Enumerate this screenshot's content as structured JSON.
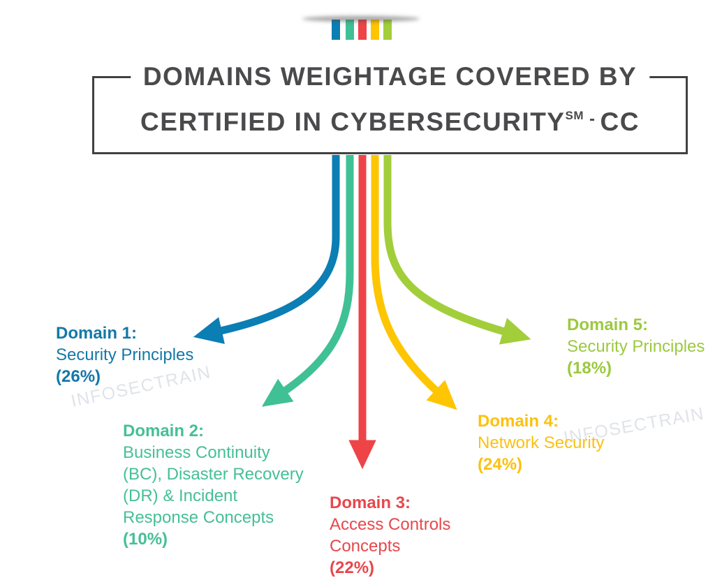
{
  "title": {
    "line1": "DOMAINS WEIGHTAGE COVERED BY",
    "line2": "CERTIFIED IN CYBERSECURITY",
    "line2_sup": "SM",
    "line2_dash": "-",
    "line2_suffix": "CC",
    "text_color": "#4a494b",
    "border_color": "#414042"
  },
  "watermarks": [
    {
      "text": "INFOSECTRAIN"
    },
    {
      "text": "INFOSECTRAIN"
    }
  ],
  "domains": [
    {
      "label": "Domain 1:",
      "name": "Security Principles",
      "weight": "(26%)",
      "text_color": "#1478a8",
      "arrow_color": "#0b7eb3"
    },
    {
      "label": "Domain 2:",
      "name": " Business Continuity\n(BC), Disaster Recovery\n(DR) & Incident\nResponse Concepts",
      "weight": "(10%)",
      "text_color": "#45c095",
      "arrow_color": "#3fc095"
    },
    {
      "label": "Domain 3:",
      "name": "Access Controls\nConcepts",
      "weight": "(22%)",
      "text_color": "#e8474c",
      "arrow_color": "#ee4448"
    },
    {
      "label": "Domain 4:",
      "name": " Network Security",
      "weight": "(24%)",
      "text_color": "#fcc110",
      "arrow_color": "#fec502"
    },
    {
      "label": "Domain 5:",
      "name": "Security Principles",
      "weight": "(18%)",
      "text_color": "#9cc93f",
      "arrow_color": "#a2ce3a"
    }
  ]
}
